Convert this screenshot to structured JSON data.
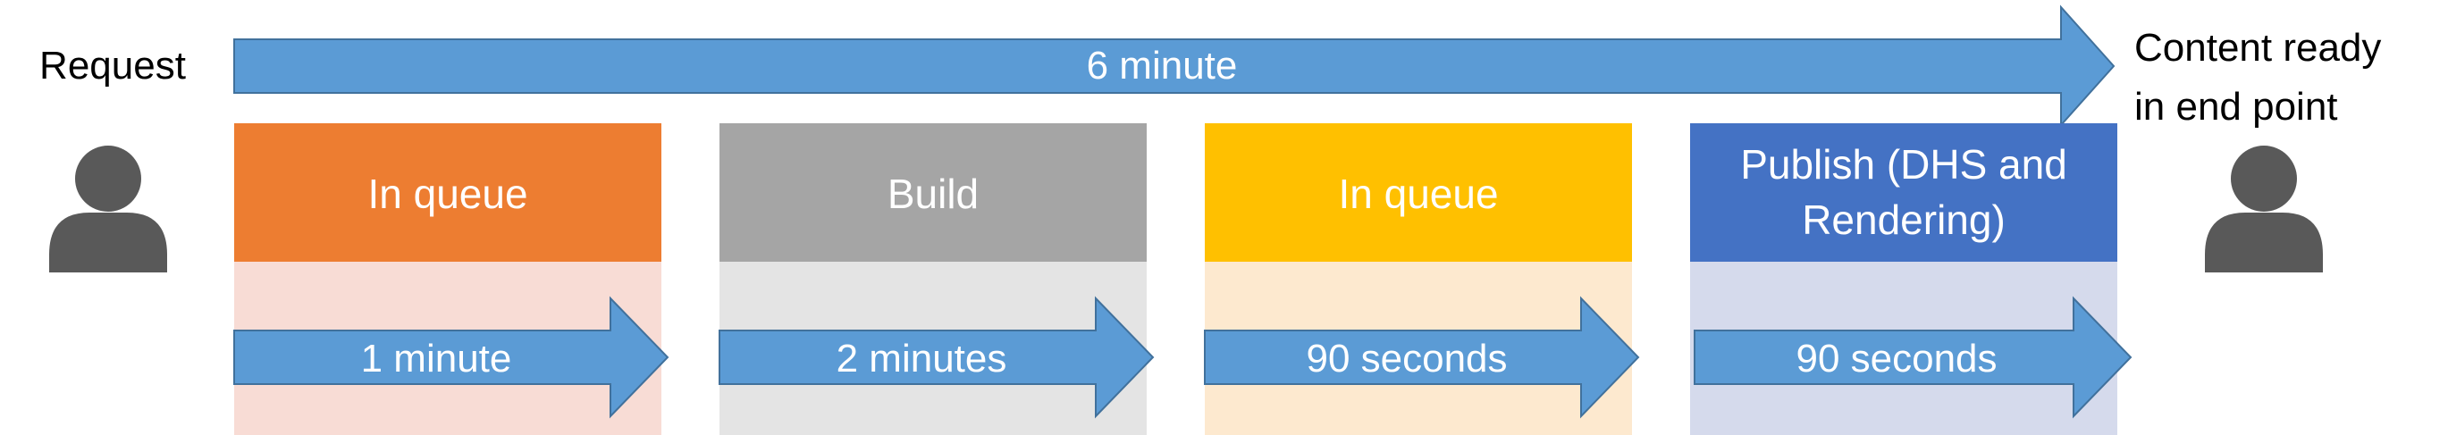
{
  "actors": {
    "request_label": "Request",
    "end_label_line1": "Content ready",
    "end_label_line2": "in end point"
  },
  "total": {
    "label": "6 minute"
  },
  "stages": [
    {
      "title": "In queue",
      "duration": "1 minute",
      "header_color": "#ED7D31",
      "body_color": "#F8DCD5"
    },
    {
      "title": "Build",
      "duration": "2 minutes",
      "header_color": "#A5A5A5",
      "body_color": "#E4E4E4"
    },
    {
      "title": "In queue",
      "duration": "90 seconds",
      "header_color": "#FFC000",
      "body_color": "#FDE9CF"
    },
    {
      "title_line1": "Publish (DHS and",
      "title_line2": "Rendering)",
      "duration": "90 seconds",
      "header_color": "#4472C4",
      "body_color": "#D5DAEC"
    }
  ],
  "colors": {
    "arrow_fill": "#5B9BD5",
    "arrow_stroke": "#41719C",
    "person": "#595959",
    "text_dark": "#000000",
    "text_light": "#FFFFFF"
  }
}
